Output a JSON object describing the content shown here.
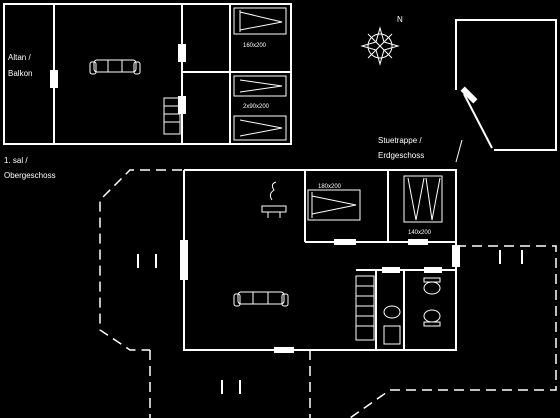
{
  "labels": {
    "balcony": "Altan / Balkon",
    "upper_floor": "1. sal / Obergeschoss",
    "staircase": "Stuetrappe / Erdgeschoss",
    "compass_n": "N",
    "bed_1": "160x200",
    "bed_2": "2x90x200",
    "bed_3": "180x200",
    "bed_4": "140x200"
  }
}
